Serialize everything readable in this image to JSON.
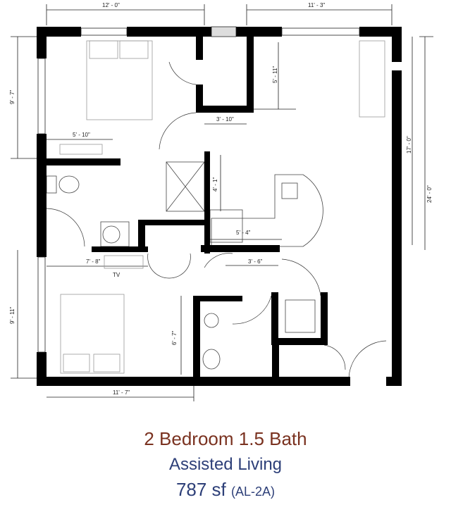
{
  "plan": {
    "dimensions": {
      "top_left_width": "12' - 0\"",
      "top_right_width": "11' - 3\"",
      "bedroom1_depth": "9' - 7\"",
      "closet_depth": "5' - 11\"",
      "closet_width": "3' - 10\"",
      "bath_vanity_width": "5' - 10\"",
      "kitchen_depth": "17' - 0\"",
      "overall_depth": "24' - 0\"",
      "kitchen_counter_depth": "4' - 1\"",
      "kitchen_counter_width": "5' - 4\"",
      "hall_width": "7' - 8\"",
      "hall_closet_width": "3' - 6\"",
      "bedroom2_depth": "9' - 11\"",
      "half_bath_depth": "6' - 7\"",
      "bedroom2_width": "11' - 7\""
    },
    "tv_label": "TV",
    "wall_color": "#000000"
  },
  "caption": {
    "title": "2 Bedroom 1.5 Bath",
    "title_color": "#7a3220",
    "subtitle": "Assisted Living",
    "area": "787 sf",
    "code": "(AL-2A)",
    "subtitle_color": "#2d3f78"
  }
}
